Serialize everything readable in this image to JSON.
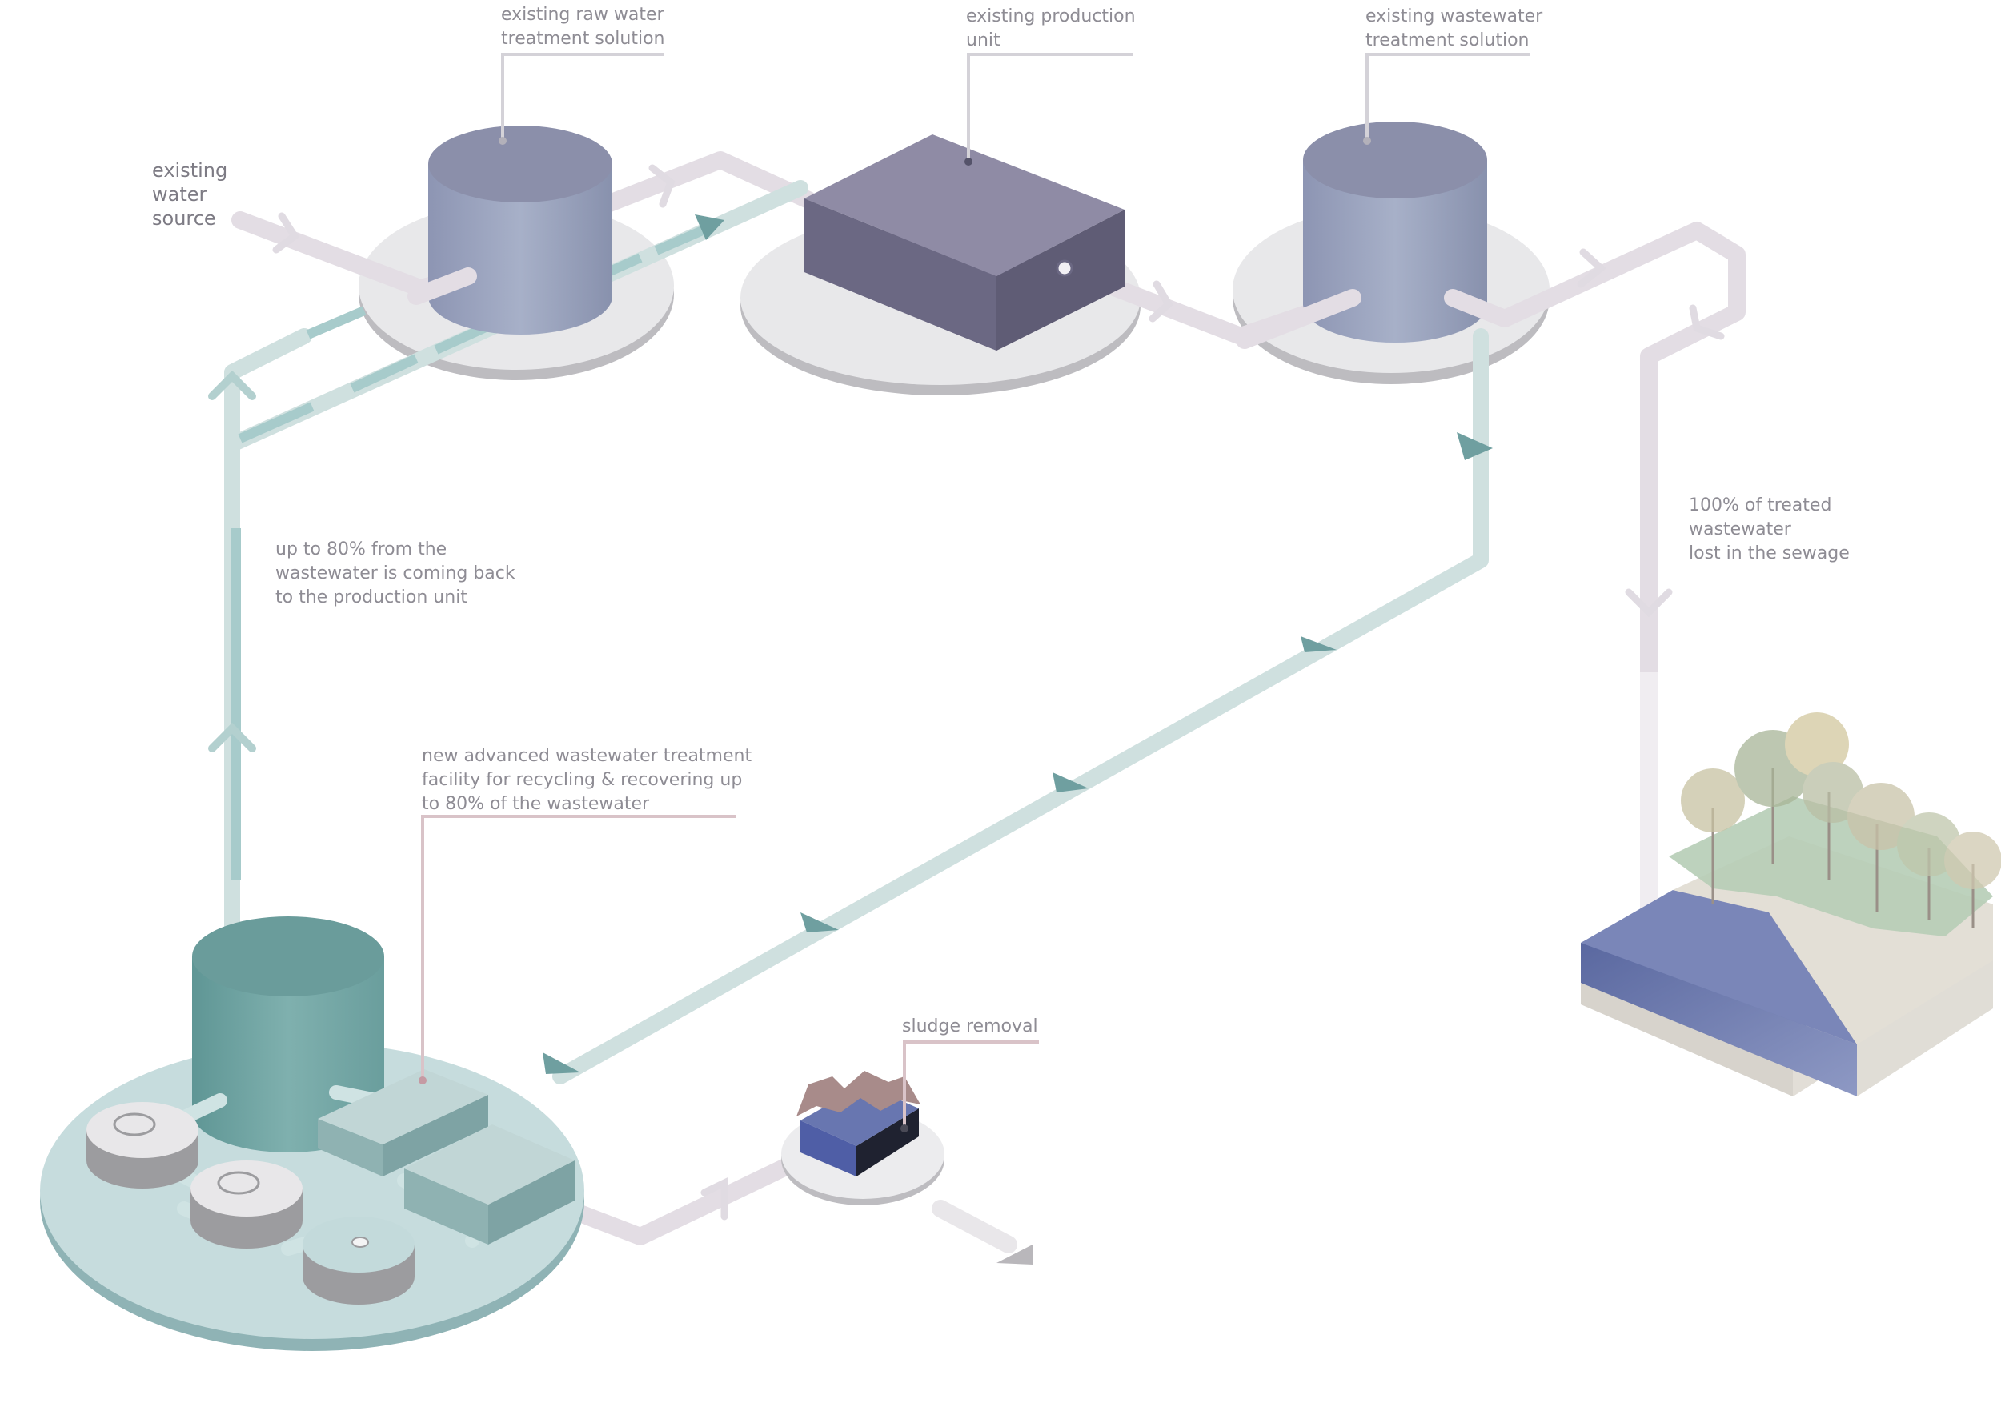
{
  "labels": {
    "water_source": "existing\nwater\nsource",
    "raw_water_treatment": "existing raw water\ntreatment solution",
    "production_unit": "existing production\nunit",
    "wastewater_treatment": "existing wastewater\ntreatment solution",
    "recycle_note": "up to 80% from the\nwastewater is coming back\nto the production unit",
    "new_facility": "new advanced wastewater treatment\nfacility for recycling & recovering up\nto 80% of the wastewater",
    "sludge_removal": "sludge removal",
    "lost_in_sewage": "100% of treated\nwastewater\nlost in the sewage"
  },
  "colors": {
    "pipe_grey": "#e3dde4",
    "pipe_teal": "#cfe0df",
    "arrow_teal": "#6f9fa0",
    "tank_purple": "#8f97b5",
    "box_purple": "#7d7a92",
    "tank_teal": "#6fa2a1",
    "platform": "#e7e7e9",
    "platform_teal": "#c6dcdd",
    "leader_line": "#d4d2d8",
    "leader_pink": "#d9c3c8",
    "water_blue": "#6e7aab",
    "land_green": "#a9c6ae"
  }
}
